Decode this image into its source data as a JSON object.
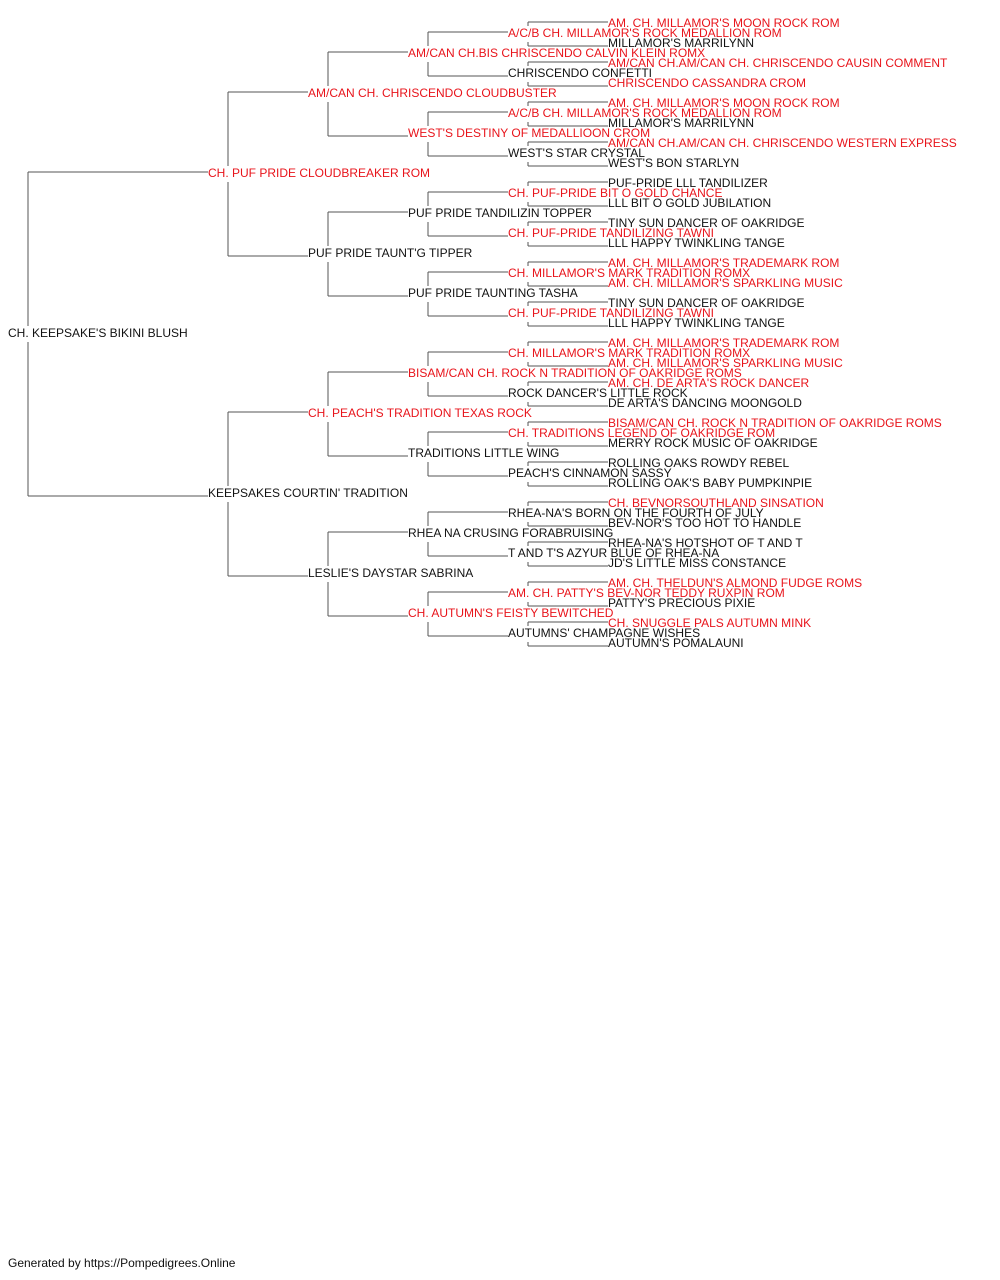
{
  "colors": {
    "champion": "#e8141b",
    "normal": "#111111",
    "line": "#555555"
  },
  "footer": "Generated by https://Pompedigrees.Online",
  "pedigree": {
    "name": "CH. KEEPSAKE'S BIKINI BLUSH",
    "champion": false,
    "sire": {
      "name": "CH. PUF PRIDE CLOUDBREAKER ROM",
      "champion": true,
      "sire": {
        "name": "AM/CAN CH. CHRISCENDO CLOUDBUSTER",
        "champion": true,
        "sire": {
          "name": "AM/CAN CH.BIS CHRISCENDO CALVIN KLEIN ROMX",
          "champion": true,
          "sire": {
            "name": "A/C/B CH. MILLAMOR'S ROCK MEDALLION ROM",
            "champion": true,
            "sire": {
              "name": "AM. CH. MILLAMOR'S MOON ROCK ROM",
              "champion": true
            },
            "dam": {
              "name": "MILLAMOR'S MARRILYNN",
              "champion": false
            }
          },
          "dam": {
            "name": "CHRISCENDO CONFETTI",
            "champion": false,
            "sire": {
              "name": "AM/CAN CH.AM/CAN CH. CHRISCENDO CAUSIN COMMENT",
              "champion": true
            },
            "dam": {
              "name": "CHRISCENDO CASSANDRA CROM",
              "champion": true
            }
          }
        },
        "dam": {
          "name": "WEST'S DESTINY OF MEDALLIOON CROM",
          "champion": true,
          "sire": {
            "name": "A/C/B CH. MILLAMOR'S ROCK MEDALLION ROM",
            "champion": true,
            "sire": {
              "name": "AM. CH. MILLAMOR'S MOON ROCK ROM",
              "champion": true
            },
            "dam": {
              "name": "MILLAMOR'S MARRILYNN",
              "champion": false
            }
          },
          "dam": {
            "name": "WEST'S STAR CRYSTAL",
            "champion": false,
            "sire": {
              "name": "AM/CAN CH.AM/CAN CH. CHRISCENDO WESTERN EXPRESS",
              "champion": true
            },
            "dam": {
              "name": "WEST'S BON STARLYN",
              "champion": false
            }
          }
        }
      },
      "dam": {
        "name": "PUF PRIDE TAUNT'G TIPPER",
        "champion": false,
        "sire": {
          "name": "PUF PRIDE TANDILIZIN TOPPER",
          "champion": false,
          "sire": {
            "name": "CH. PUF-PRIDE BIT O GOLD CHANCE",
            "champion": true,
            "sire": {
              "name": "PUF-PRIDE LLL TANDILIZER",
              "champion": false
            },
            "dam": {
              "name": "LLL BIT O GOLD JUBILATION",
              "champion": false
            }
          },
          "dam": {
            "name": "CH. PUF-PRIDE TANDILIZING TAWNI",
            "champion": true,
            "sire": {
              "name": "TINY SUN DANCER OF OAKRIDGE",
              "champion": false
            },
            "dam": {
              "name": "LLL HAPPY TWINKLING TANGE",
              "champion": false
            }
          }
        },
        "dam": {
          "name": "PUF PRIDE TAUNTING TASHA",
          "champion": false,
          "sire": {
            "name": "CH. MILLAMOR'S MARK TRADITION ROMX",
            "champion": true,
            "sire": {
              "name": "AM. CH. MILLAMOR'S TRADEMARK ROM",
              "champion": true
            },
            "dam": {
              "name": "AM. CH. MILLAMOR'S SPARKLING MUSIC",
              "champion": true
            }
          },
          "dam": {
            "name": "CH. PUF-PRIDE TANDILIZING TAWNI",
            "champion": true,
            "sire": {
              "name": "TINY SUN DANCER OF OAKRIDGE",
              "champion": false
            },
            "dam": {
              "name": "LLL HAPPY TWINKLING TANGE",
              "champion": false
            }
          }
        }
      }
    },
    "dam": {
      "name": "KEEPSAKES COURTIN' TRADITION",
      "champion": false,
      "sire": {
        "name": "CH. PEACH'S TRADITION TEXAS ROCK",
        "champion": true,
        "sire": {
          "name": "BISAM/CAN CH. ROCK N TRADITION OF OAKRIDGE ROMS",
          "champion": true,
          "sire": {
            "name": "CH. MILLAMOR'S MARK TRADITION ROMX",
            "champion": true,
            "sire": {
              "name": "AM. CH. MILLAMOR'S TRADEMARK ROM",
              "champion": true
            },
            "dam": {
              "name": "AM. CH. MILLAMOR'S SPARKLING MUSIC",
              "champion": true
            }
          },
          "dam": {
            "name": "ROCK DANCER'S LITTLE ROCK",
            "champion": false,
            "sire": {
              "name": "AM. CH. DE ARTA'S ROCK DANCER",
              "champion": true
            },
            "dam": {
              "name": "DE ARTA'S DANCING MOONGOLD",
              "champion": false
            }
          }
        },
        "dam": {
          "name": "TRADITIONS LITTLE WING",
          "champion": false,
          "sire": {
            "name": "CH. TRADITIONS LEGEND OF OAKRIDGE ROM",
            "champion": true,
            "sire": {
              "name": "BISAM/CAN CH. ROCK N TRADITION OF OAKRIDGE ROMS",
              "champion": true
            },
            "dam": {
              "name": "MERRY ROCK MUSIC OF OAKRIDGE",
              "champion": false
            }
          },
          "dam": {
            "name": "PEACH'S CINNAMON SASSY",
            "champion": false,
            "sire": {
              "name": "ROLLING OAKS ROWDY REBEL",
              "champion": false
            },
            "dam": {
              "name": "ROLLING OAK'S BABY PUMPKINPIE",
              "champion": false
            }
          }
        }
      },
      "dam": {
        "name": "LESLIE'S DAYSTAR SABRINA",
        "champion": false,
        "sire": {
          "name": "RHEA NA CRUSING FORABRUISING",
          "champion": false,
          "sire": {
            "name": "RHEA-NA'S BORN ON THE FOURTH OF JULY",
            "champion": false,
            "sire": {
              "name": "CH. BEVNORSOUTHLAND SINSATION",
              "champion": true
            },
            "dam": {
              "name": "BEV-NOR'S TOO HOT TO HANDLE",
              "champion": false
            }
          },
          "dam": {
            "name": "T AND T'S AZYUR BLUE OF RHEA-NA",
            "champion": false,
            "sire": {
              "name": "RHEA-NA'S HOTSHOT OF T AND T",
              "champion": false
            },
            "dam": {
              "name": "JD'S LITTLE MISS CONSTANCE",
              "champion": false
            }
          }
        },
        "dam": {
          "name": "CH. AUTUMN'S FEISTY BEWITCHED",
          "champion": true,
          "sire": {
            "name": "AM. CH. PATTY'S BEV-NOR TEDDY RUXPIN ROM",
            "champion": true,
            "sire": {
              "name": "AM. CH. THELDUN'S ALMOND FUDGE ROMS",
              "champion": true
            },
            "dam": {
              "name": "PATTY'S PRECIOUS PIXIE",
              "champion": false
            }
          },
          "dam": {
            "name": "AUTUMNS' CHAMPAGNE WISHES",
            "champion": false,
            "sire": {
              "name": "CH. SNUGGLE PALS AUTUMN MINK",
              "champion": true
            },
            "dam": {
              "name": "AUTUMN'S POMALAUNI",
              "champion": false
            }
          }
        }
      }
    }
  }
}
